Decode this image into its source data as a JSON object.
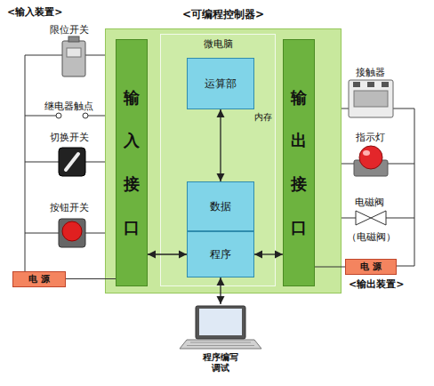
{
  "diagram": {
    "nodes": [
      {
        "text": [
          "<可编程控制器>"
        ]
      },
      {
        "text": [
          "微电脑"
        ],
        "in": 0
      },
      {
        "text": [
          "输入接口"
        ],
        "in": 0
      },
      {
        "text": [
          "输出接口"
        ],
        "in": 0
      },
      {
        "text": [
          "运算部"
        ],
        "in": 1
      },
      {
        "text": [
          "数据"
        ],
        "in": 1
      },
      {
        "text": [
          "程序"
        ],
        "in": 1
      },
      {
        "text": [
          "程序编写 调试"
        ]
      },
      {
        "text": [
          "电 源"
        ]
      },
      {
        "text": [
          "电 源"
        ]
      }
    ],
    "edges": [
      {
        "from": 4,
        "to": 5,
        "arrow": "both"
      },
      {
        "from": 2,
        "to": 6,
        "arrow": "both"
      },
      {
        "from": 6,
        "to": 3,
        "arrow": "both"
      },
      {
        "from": 6,
        "to": 7,
        "arrow": "both"
      },
      {
        "from": 8,
        "to": 2,
        "arrow": "none"
      },
      {
        "from": 3,
        "to": 9,
        "arrow": "none"
      }
    ],
    "labels": [
      "<输入装置>",
      "限位开关",
      "继电器触点",
      "切换开关",
      "按钮开关",
      "内存",
      "接触器",
      "指示灯",
      "电磁阀",
      "（电磁阀）",
      "<输出装置>"
    ]
  }
}
